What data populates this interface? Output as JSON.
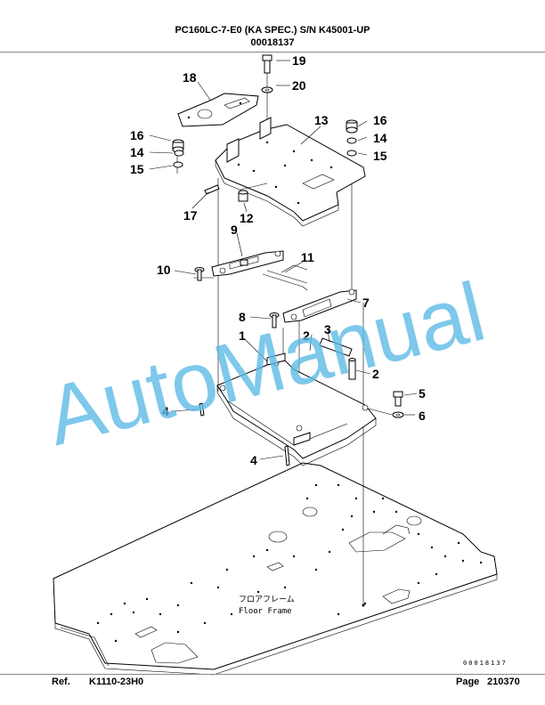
{
  "header": {
    "title": "PC160LC-7-E0 (KA SPEC.) S/N K45001-UP",
    "code": "00018137"
  },
  "callouts": {
    "c1": "1",
    "c2a": "2",
    "c2b": "2",
    "c3": "3",
    "c4a": "4",
    "c4b": "4",
    "c5": "5",
    "c6": "6",
    "c7": "7",
    "c8": "8",
    "c9": "9",
    "c10": "10",
    "c11": "11",
    "c12": "12",
    "c13": "13",
    "c14a": "14",
    "c14b": "14",
    "c15a": "15",
    "c15b": "15",
    "c16a": "16",
    "c16b": "16",
    "c17": "17",
    "c18": "18",
    "c19": "19",
    "c20": "20"
  },
  "floor_label": {
    "jp": "フロアフレーム",
    "en": "Floor Frame"
  },
  "doc_number_small": "00018137",
  "watermark": "AutoManual",
  "footer": {
    "ref_label": "Ref.",
    "ref_code": "K1110-23H0",
    "page_label": "Page",
    "page_number": "210370"
  }
}
